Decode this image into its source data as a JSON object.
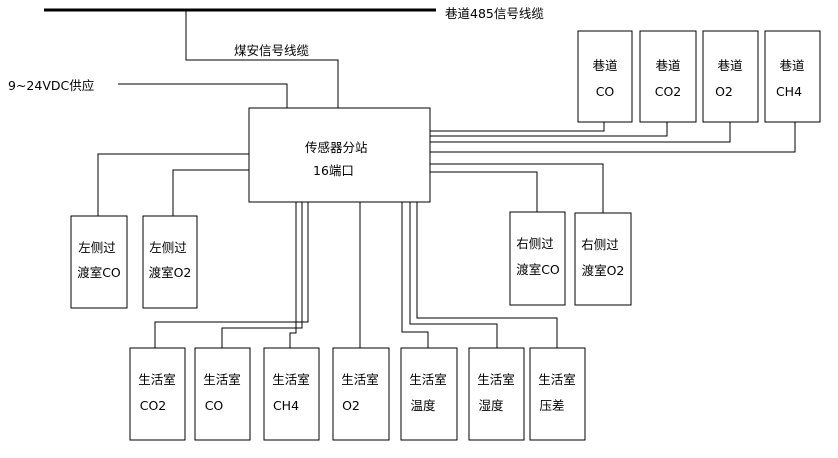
{
  "labels": {
    "bus_top": "巷道485信号线缆",
    "coal_cable": "煤安信号线缆",
    "power": "9~24VDC供应"
  },
  "station": {
    "line1": "传感器分站",
    "line2": "16端口"
  },
  "roadway": [
    {
      "l1": "巷道",
      "l2": "CO"
    },
    {
      "l1": "巷道",
      "l2": "CO2"
    },
    {
      "l1": "巷道",
      "l2": "O2"
    },
    {
      "l1": "巷道",
      "l2": "CH4"
    }
  ],
  "left_transition": [
    {
      "l1": "左侧过",
      "l2": "渡室CO"
    },
    {
      "l1": "左侧过",
      "l2": "渡室O2"
    }
  ],
  "right_transition": [
    {
      "l1": "右侧过",
      "l2": "渡室CO"
    },
    {
      "l1": "右侧过",
      "l2": "渡室O2"
    }
  ],
  "living": [
    {
      "l1": "生活室",
      "l2": "CO2"
    },
    {
      "l1": "生活室",
      "l2": "CO"
    },
    {
      "l1": "生活室",
      "l2": "CH4"
    },
    {
      "l1": "生活室",
      "l2": "O2"
    },
    {
      "l1": "生活室",
      "l2": "温度"
    },
    {
      "l1": "生活室",
      "l2": "湿度"
    },
    {
      "l1": "生活室",
      "l2": "压差"
    }
  ]
}
